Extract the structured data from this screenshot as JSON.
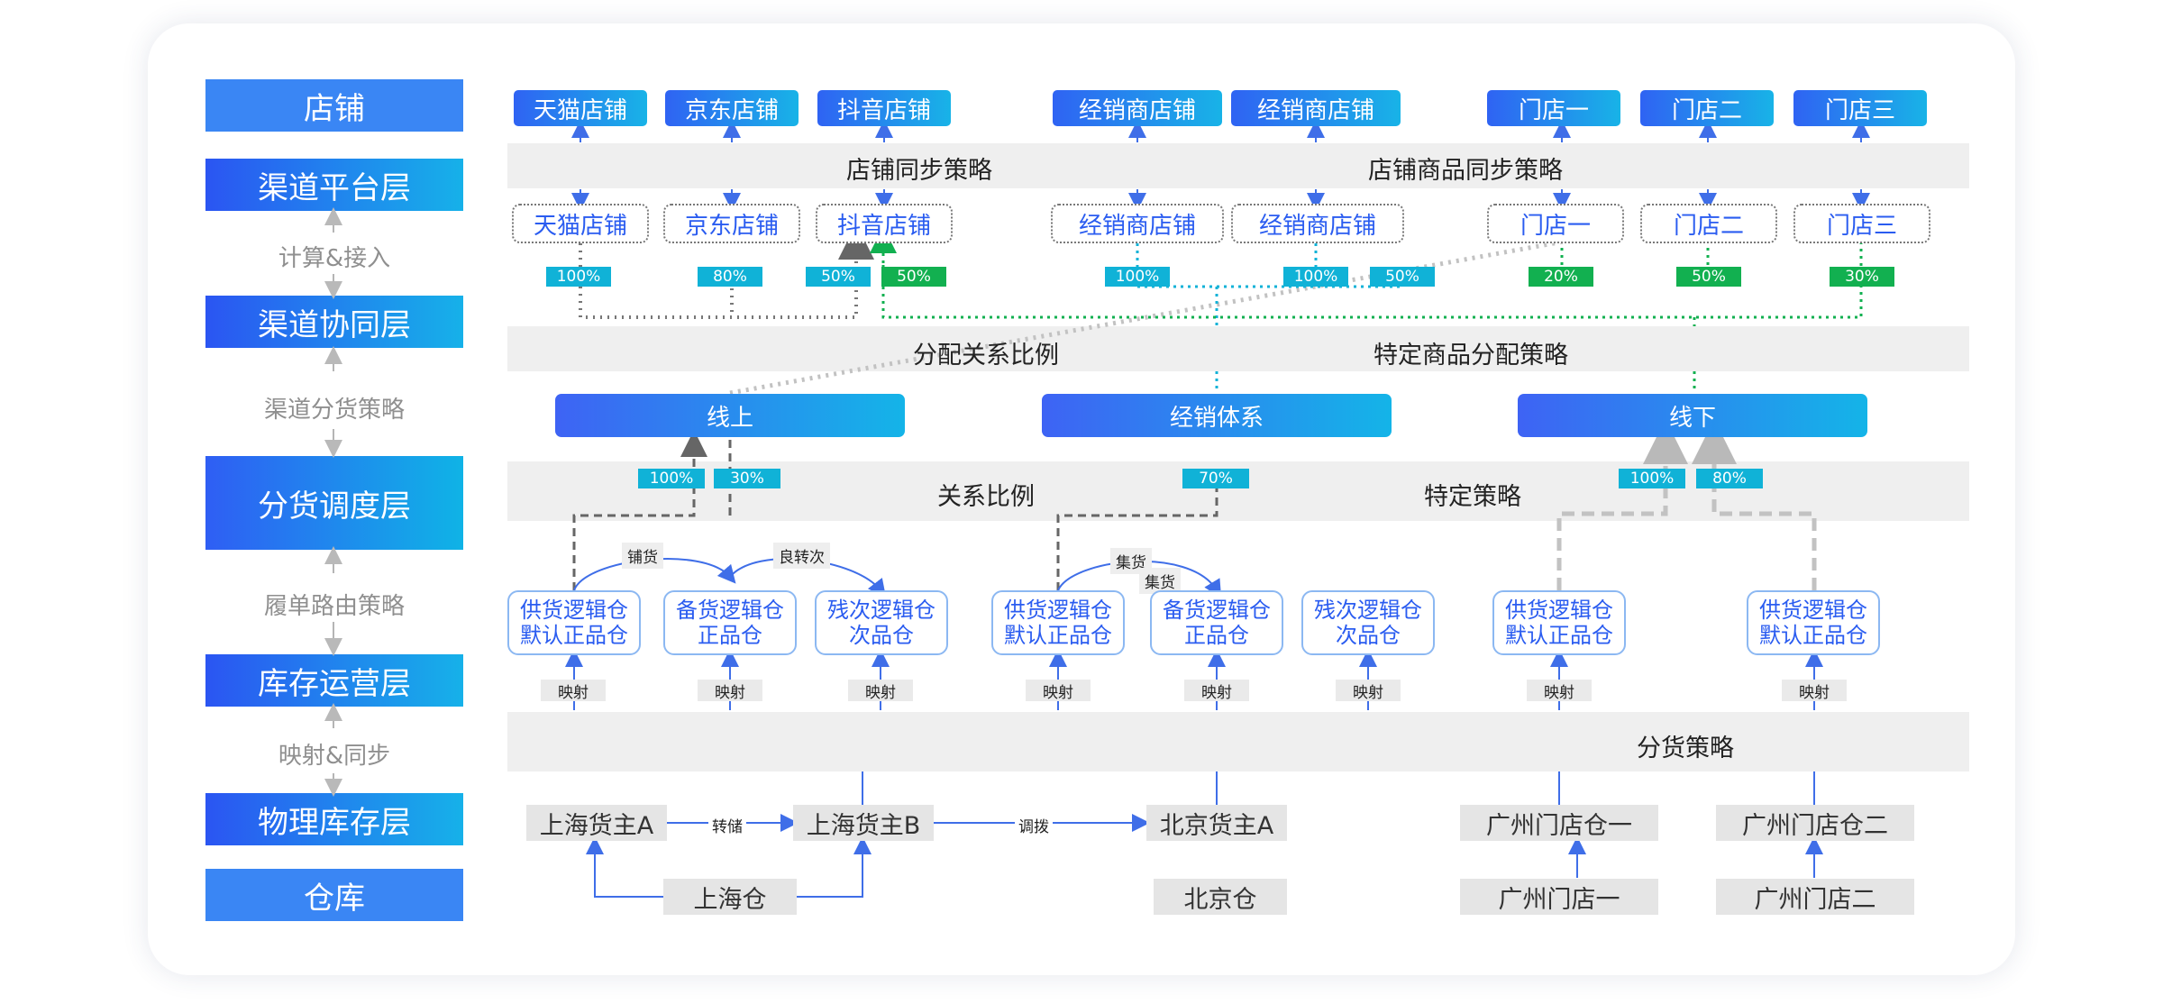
{
  "left_column": {
    "stores": "店铺",
    "channel_platform": "渠道平台层",
    "calc_access": "计算&接入",
    "channel_collab": "渠道协同层",
    "channel_dist_strategy": "渠道分货策略",
    "dist_schedule": "分货调度层",
    "order_routing": "履单路由策略",
    "inventory_ops": "库存运营层",
    "map_sync": "映射&同步",
    "physical_inventory": "物理库存层",
    "warehouse": "仓库"
  },
  "top_stores": [
    "天猫店铺",
    "京东店铺",
    "抖音店铺",
    "经销商店铺",
    "经销商店铺",
    "门店一",
    "门店二",
    "门店三"
  ],
  "band_store_sync": {
    "left": "店铺同步策略",
    "right": "店铺商品同步策略"
  },
  "platform_stores": [
    "天猫店铺",
    "京东店铺",
    "抖音店铺",
    "经销商店铺",
    "经销商店铺",
    "门店一",
    "门店二",
    "门店三"
  ],
  "platform_percents": {
    "tmall": "100%",
    "jd": "80%",
    "douyin_a": "50%",
    "douyin_b": "50%",
    "dealer1": "100%",
    "dealer2_a": "100%",
    "dealer2_b": "50%",
    "store1": "20%",
    "store2": "50%",
    "store3": "30%"
  },
  "band_alloc": {
    "left": "分配关系比例",
    "right": "特定商品分配策略"
  },
  "channels": {
    "online": "线上",
    "dealer": "经销体系",
    "offline": "线下"
  },
  "channel_percents": {
    "online_a": "100%",
    "online_b": "30%",
    "dealer": "70%",
    "offline_a": "100%",
    "offline_b": "80%"
  },
  "band_relation": {
    "left": "关系比例",
    "right": "特定策略"
  },
  "flow_labels": {
    "stocking": "铺货",
    "good_to_defect": "良转次",
    "gather_a": "集货",
    "gather_b": "集货"
  },
  "logical_warehouses": [
    {
      "line1": "供货逻辑仓",
      "line2": "默认正品仓"
    },
    {
      "line1": "备货逻辑仓",
      "line2": "正品仓"
    },
    {
      "line1": "残次逻辑仓",
      "line2": "次品仓"
    },
    {
      "line1": "供货逻辑仓",
      "line2": "默认正品仓"
    },
    {
      "line1": "备货逻辑仓",
      "line2": "正品仓"
    },
    {
      "line1": "残次逻辑仓",
      "line2": "次品仓"
    },
    {
      "line1": "供货逻辑仓",
      "line2": "默认正品仓"
    },
    {
      "line1": "供货逻辑仓",
      "line2": "默认正品仓"
    }
  ],
  "mapping_label": "映射",
  "band_dist": "分货策略",
  "owners": {
    "sh_a": "上海货主A",
    "sh_b": "上海货主B",
    "bj_a": "北京货主A",
    "gz_store_wh1": "广州门店仓一",
    "gz_store_wh2": "广州门店仓二"
  },
  "owner_flows": {
    "transfer": "转储",
    "allocate": "调拨"
  },
  "physical_warehouses": {
    "sh": "上海仓",
    "bj": "北京仓",
    "gz1": "广州门店一",
    "gz2": "广州门店二"
  },
  "colors": {
    "blue": "#3a6cf0",
    "cyan": "#10b2d7",
    "green": "#12b050",
    "gray_band": "#efefef"
  }
}
